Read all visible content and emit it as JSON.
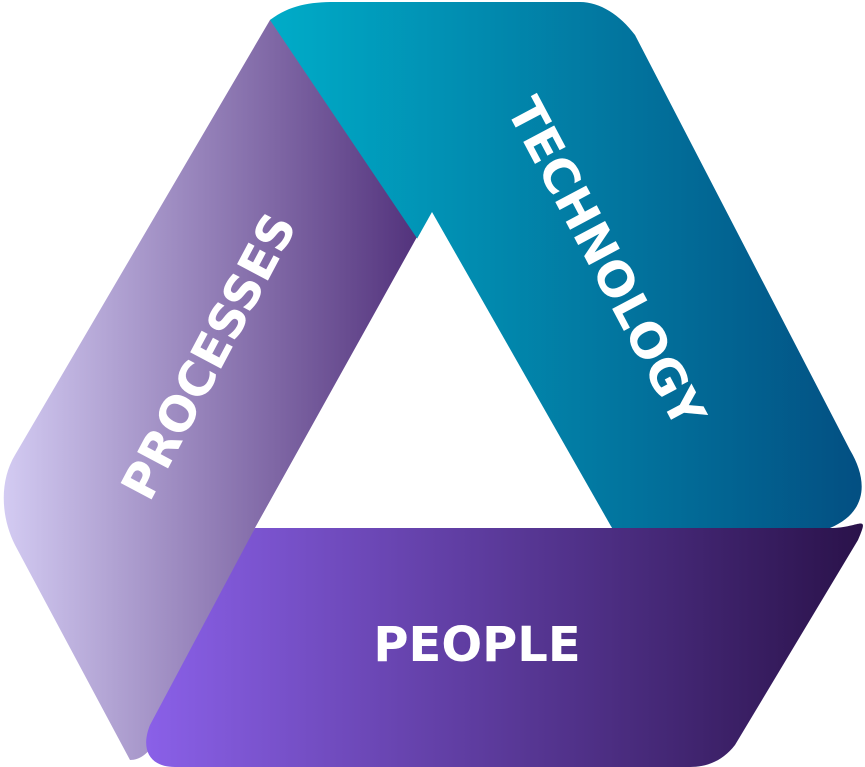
{
  "diagram": {
    "bands": [
      {
        "label": "PROCESSES",
        "gradient_from": "#d3cbf2",
        "gradient_to": "#4e2d78"
      },
      {
        "label": "TECHNOLOGY",
        "gradient_from": "#00acc8",
        "gradient_to": "#034f82"
      },
      {
        "label": "PEOPLE",
        "gradient_from": "#8a60e8",
        "gradient_to": "#2a124a"
      }
    ]
  }
}
